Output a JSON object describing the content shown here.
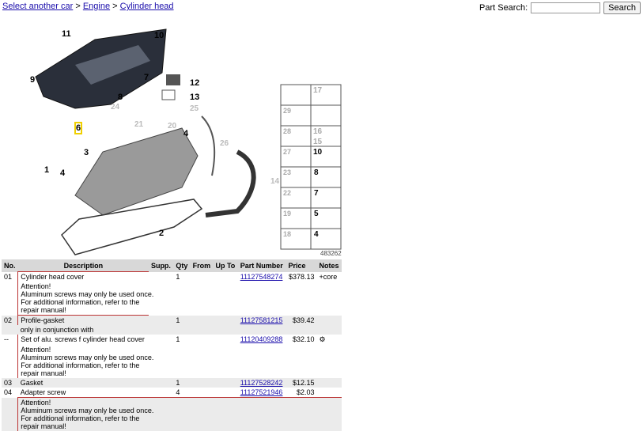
{
  "breadcrumb": {
    "items": [
      "Select another car",
      "Engine",
      "Cylinder head"
    ],
    "separator": ">"
  },
  "search": {
    "label": "Part Search:",
    "value": "",
    "button_label": "Search"
  },
  "diagram": {
    "image_number": "483262",
    "callouts": [
      "1",
      "2",
      "3",
      "4",
      "5",
      "6",
      "7",
      "8",
      "9",
      "10",
      "11",
      "12",
      "13",
      "14",
      "15",
      "16",
      "17",
      "18",
      "19",
      "20",
      "21",
      "22",
      "23",
      "24",
      "25",
      "26",
      "27",
      "28",
      "29"
    ],
    "side_panel_left": [
      "29",
      "28",
      "27",
      "23",
      "22",
      "19",
      "18"
    ],
    "side_panel_right": [
      "17",
      "16",
      "15",
      "10",
      "8",
      "7",
      "5",
      "4"
    ]
  },
  "table": {
    "headers": [
      "No.",
      "Description",
      "Supp.",
      "Qty",
      "From",
      "Up To",
      "Part Number",
      "Price",
      "Notes"
    ],
    "rows": [
      {
        "no": "01",
        "desc": "Cylinder head cover",
        "qty": "1",
        "part": "11127548274",
        "price": "$378.13",
        "notes": "+core"
      },
      {
        "no": "02",
        "desc": "Profile-gasket",
        "qty": "1",
        "part": "11127581215",
        "price": "$39.42",
        "notes": ""
      },
      {
        "no": "--",
        "desc": "Set of alu. screws f cylinder head cover",
        "qty": "1",
        "part": "11120409288",
        "price": "$32.10",
        "notes": ""
      },
      {
        "no": "03",
        "desc": "Gasket",
        "qty": "1",
        "part": "11127528242",
        "price": "$12.15",
        "notes": ""
      },
      {
        "no": "04",
        "desc": "Adapter screw",
        "qty": "4",
        "part": "11127521946",
        "price": "$2.03",
        "notes": ""
      }
    ],
    "attention_lines": [
      "Attention!",
      "Aluminum screws may only be used once.",
      "For additional information, refer to the",
      "repair manual!"
    ],
    "conjunction_note": "only in conjunction with"
  }
}
